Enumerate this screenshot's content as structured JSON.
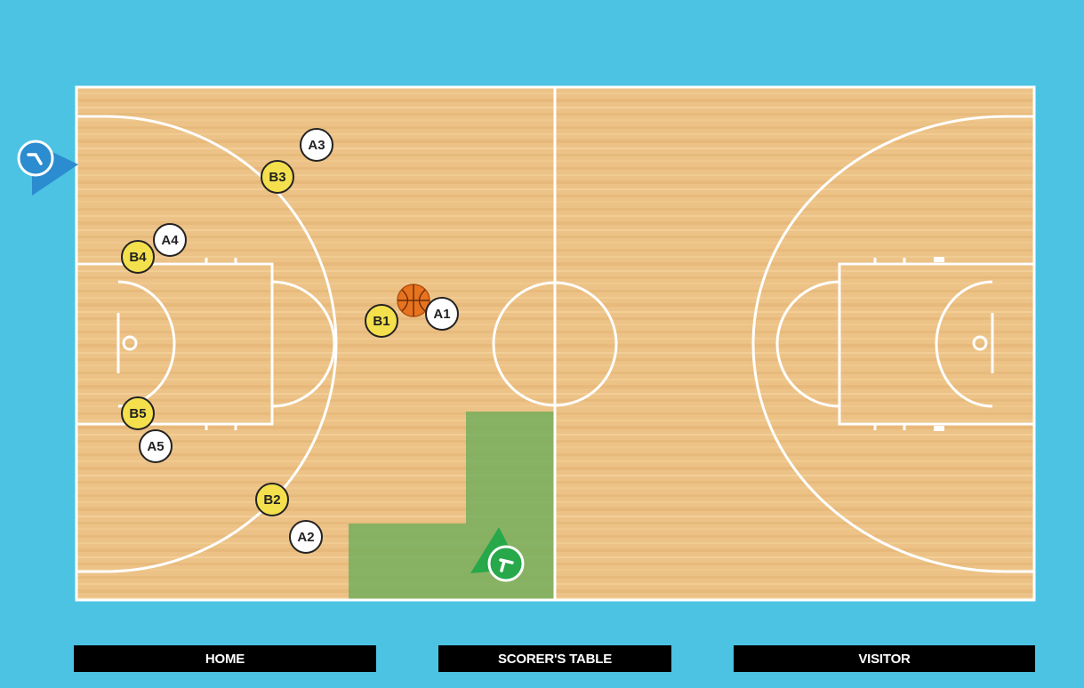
{
  "colors": {
    "background": "#4cc3e3",
    "floor": "#ecc287",
    "lines": "#ffffff",
    "team_a": "#ffffff",
    "team_b": "#f4e04d",
    "official_green": "#27a84a",
    "official_blue": "#2b8ccf",
    "zone_green": "#6fae5a"
  },
  "players": {
    "a1": {
      "label": "A1",
      "team": "A"
    },
    "a2": {
      "label": "A2",
      "team": "A"
    },
    "a3": {
      "label": "A3",
      "team": "A"
    },
    "a4": {
      "label": "A4",
      "team": "A"
    },
    "a5": {
      "label": "A5",
      "team": "A"
    },
    "b1": {
      "label": "B1",
      "team": "B"
    },
    "b2": {
      "label": "B2",
      "team": "B"
    },
    "b3": {
      "label": "B3",
      "team": "B"
    },
    "b4": {
      "label": "B4",
      "team": "B"
    },
    "b5": {
      "label": "B5",
      "team": "B"
    }
  },
  "officials": {
    "lead": {
      "icon": "referee-lead-icon",
      "color": "blue"
    },
    "trail": {
      "icon": "referee-trail-icon",
      "color": "green"
    }
  },
  "ball": {
    "icon": "basketball-icon"
  },
  "labels": {
    "home": "HOME",
    "scorers_table": "SCORER'S TABLE",
    "visitor": "VISITOR"
  }
}
